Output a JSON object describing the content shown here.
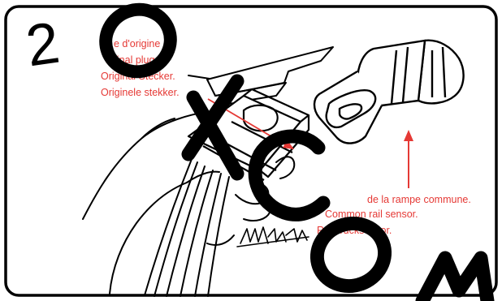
{
  "labels": {
    "plug": {
      "line1": "e d'origine",
      "line2": "riginal plug",
      "line3": "Original Stecker.",
      "line4": "Originele stekker."
    },
    "sensor": {
      "line1": "de la rampe commune.",
      "line2": "Common rail sensor.",
      "line3": "Raildrucksensor."
    }
  },
  "watermark": {
    "characters": [
      "2",
      "O",
      "X",
      "C",
      "O",
      "M"
    ]
  },
  "colors": {
    "label": "#e53935",
    "arrow": "#e53935",
    "line_art": "#000000"
  }
}
